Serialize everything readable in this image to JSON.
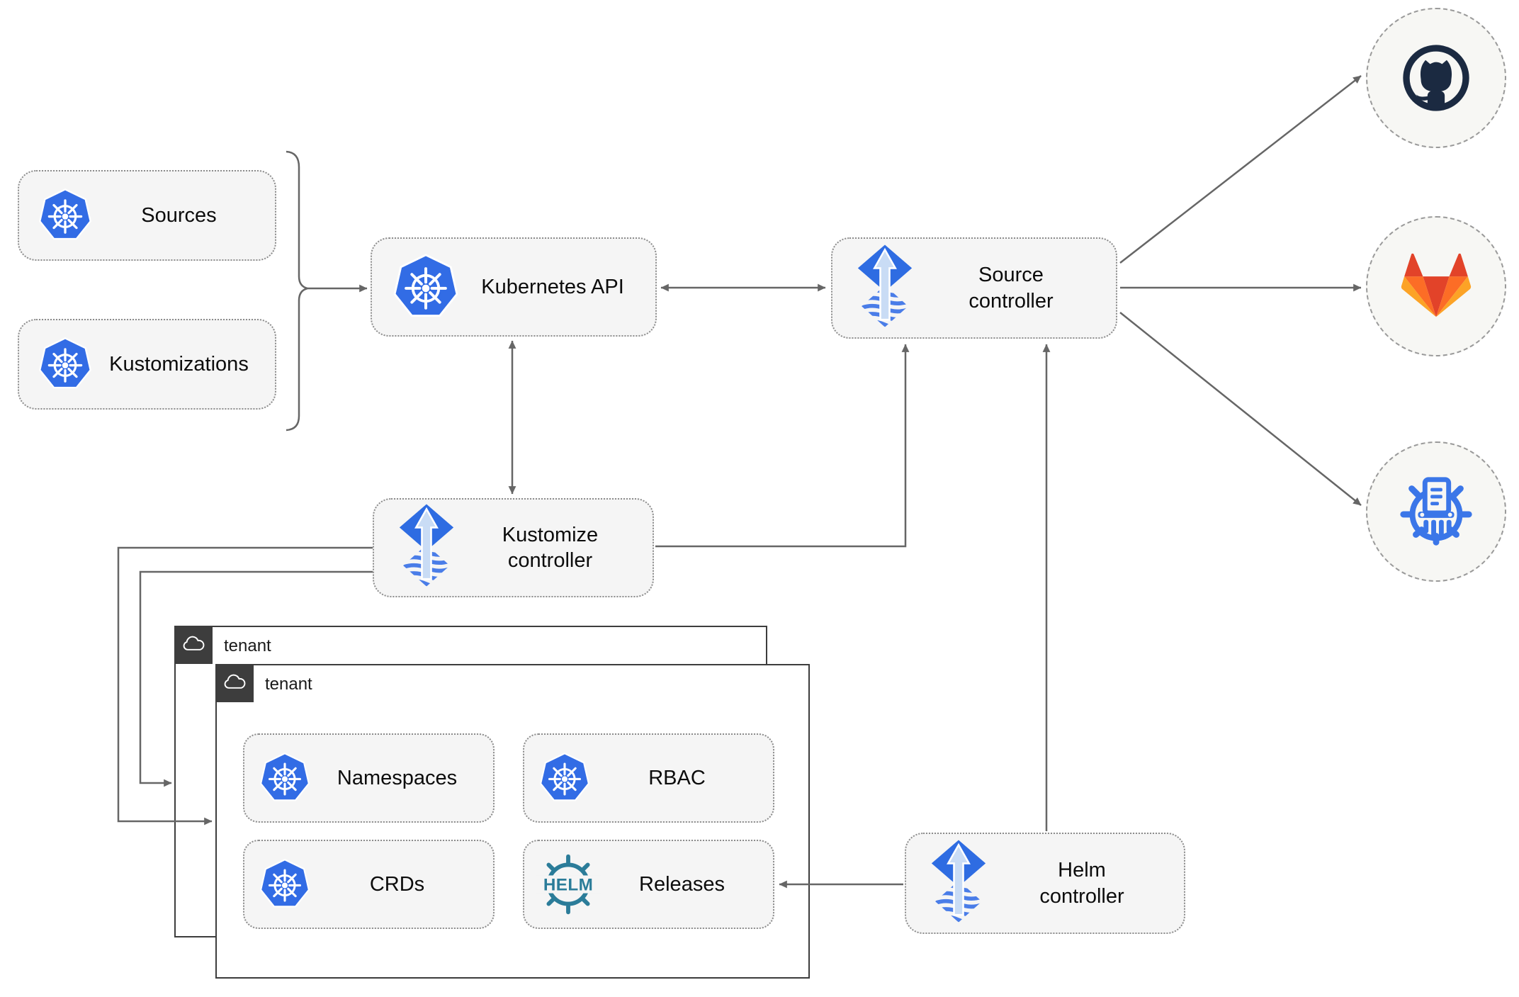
{
  "diagram": {
    "nodes": {
      "sources": "Sources",
      "kustomizations": "Kustomizations",
      "kubernetes_api": "Kubernetes API",
      "source_controller": "Source\ncontroller",
      "kustomize_controller": "Kustomize\ncontroller",
      "helm_controller": "Helm\ncontroller",
      "namespaces": "Namespaces",
      "rbac": "RBAC",
      "crds": "CRDs",
      "releases": "Releases"
    },
    "groups": {
      "tenant_back": "tenant",
      "tenant_front": "tenant"
    },
    "logos": {
      "helm_text": "HELM"
    },
    "icons": {
      "kubernetes": {
        "name": "kubernetes-icon",
        "color": "#326ce5"
      },
      "flux": {
        "name": "flux-icon",
        "color": "#2e6ce2"
      },
      "helm": {
        "name": "helm-icon",
        "color": "#2b7c99"
      },
      "github": {
        "name": "github-icon",
        "color": "#1b2a41"
      },
      "gitlab": {
        "name": "gitlab-icon",
        "colors": [
          "#e24329",
          "#fc6d26",
          "#fca326"
        ]
      },
      "bucket": {
        "name": "bucket-icon",
        "color": "#3b76e8"
      },
      "cloud": {
        "name": "cloud-icon",
        "color": "#ffffff"
      }
    },
    "colors": {
      "node_fill": "#f5f5f5",
      "node_border": "#8c8c8c",
      "connector": "#666666",
      "tenant_border": "#3d3d3d",
      "endpoint_fill": "#f7f7f4",
      "endpoint_border": "#9a9a9a"
    }
  }
}
